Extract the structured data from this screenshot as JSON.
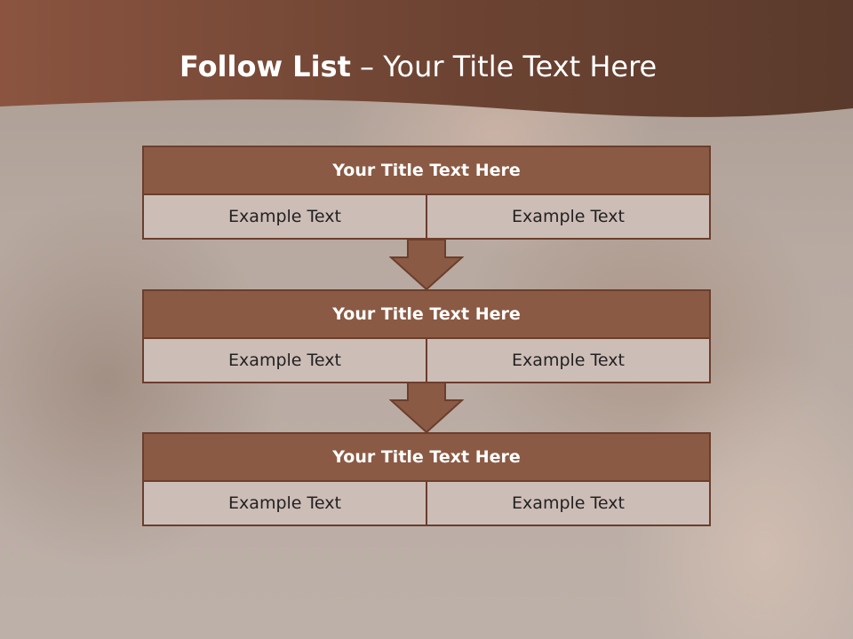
{
  "slide": {
    "title_bold": "Follow List",
    "title_rest": " – Your Title Text Here"
  },
  "blocks": [
    {
      "title": "Your Title Text Here",
      "left": "Example Text",
      "right": "Example Text"
    },
    {
      "title": "Your Title Text Here",
      "left": "Example Text",
      "right": "Example Text"
    },
    {
      "title": "Your Title Text Here",
      "left": "Example Text",
      "right": "Example Text"
    }
  ],
  "colors": {
    "header_brown": "#6a4030",
    "block_title_fill": "#8b5a44",
    "block_border": "#6b3e2c",
    "cell_fill": "#cdbdb7",
    "arrow_fill": "#8b5a44"
  }
}
